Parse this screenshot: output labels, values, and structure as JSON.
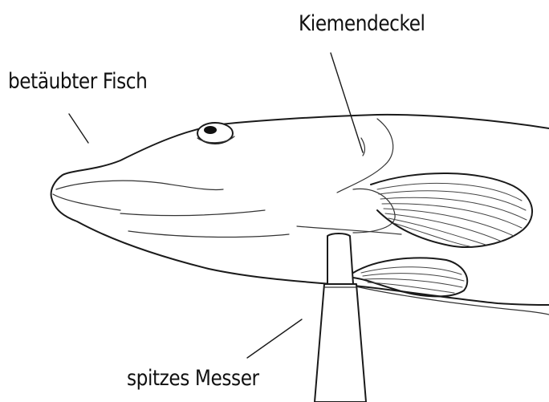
{
  "diagram": {
    "labels": {
      "stunned_fish": "betäubter Fisch",
      "gill_cover": "Kiemendeckel",
      "sharp_knife": "spitzes Messer"
    },
    "colors": {
      "ink": "#1a1a1a",
      "background": "#ffffff"
    }
  }
}
